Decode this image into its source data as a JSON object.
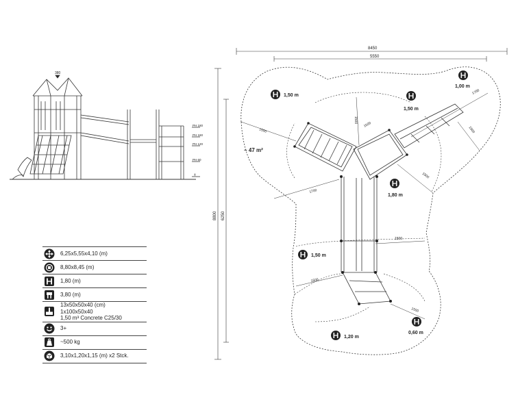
{
  "specs": [
    {
      "icon": "dimensions-icon",
      "lines": [
        "6,25x5,55x4,10 (m)"
      ]
    },
    {
      "icon": "safety-area-icon",
      "lines": [
        "8,80x8,45 (m)"
      ]
    },
    {
      "icon": "fall-height-icon",
      "lines": [
        "1,80 (m)"
      ]
    },
    {
      "icon": "max-height-icon",
      "lines": [
        "3,80 (m)"
      ]
    },
    {
      "icon": "foundation-icon",
      "lines": [
        "13x50x50x40 (cm)",
        "1x100x50x40",
        "1,50 m³ Concrete C25/30"
      ]
    },
    {
      "icon": "age-group-icon",
      "lines": [
        "3+"
      ]
    },
    {
      "icon": "weight-icon",
      "lines": [
        "~500 kg"
      ]
    },
    {
      "icon": "package-icon",
      "lines": [
        "3,10x1,20x1,15 (m) x2 Stck."
      ]
    }
  ],
  "elevation": {
    "top_dim": "380",
    "levels": [
      "PH 180",
      "PH 160",
      "PH 120",
      "PH 60"
    ],
    "ground": "±"
  },
  "plan": {
    "dim_total_width": "8450",
    "dim_inner_width": "5550",
    "dim_total_height": "8800",
    "dim_inner_height": "6250",
    "area": "~ 47 m²",
    "fall_heights": [
      "1,50 m",
      "1,50 m",
      "1,00 m",
      "1,80 m",
      "1,50 m",
      "1,20 m",
      "0,60 m"
    ],
    "distances": [
      "1500",
      "1700",
      "1500",
      "1500",
      "1700",
      "1500",
      "1500",
      "1500",
      "1500",
      "1500"
    ]
  }
}
